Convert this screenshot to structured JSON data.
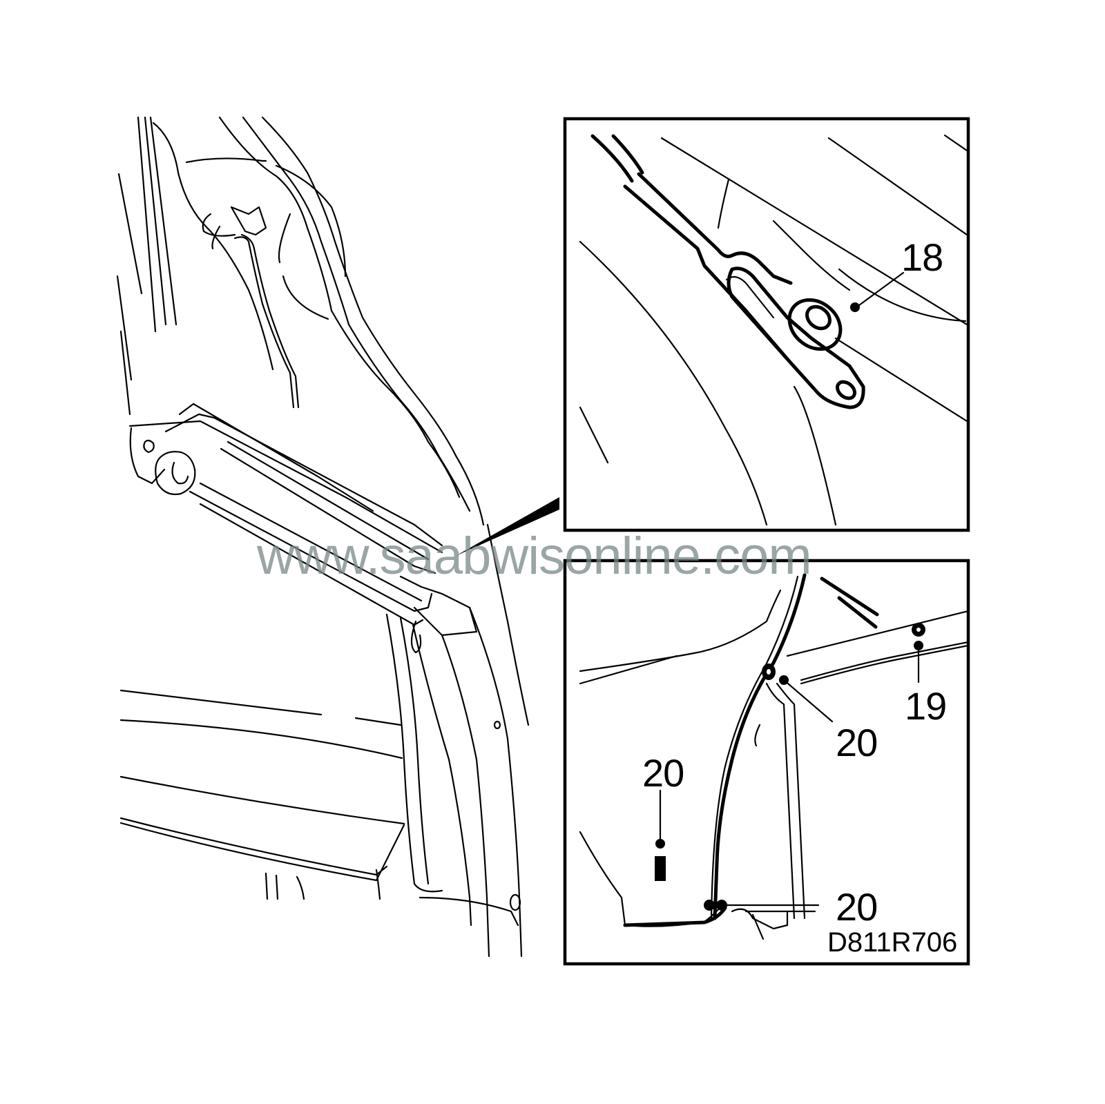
{
  "figure": {
    "code": "D811R706",
    "watermark": "www.saabwisonline.com"
  },
  "detail_top": {
    "callouts": [
      {
        "id": "18",
        "text": "18"
      }
    ]
  },
  "detail_bottom": {
    "callouts": [
      {
        "id": "19",
        "text": "19"
      },
      {
        "id": "20a",
        "text": "20"
      },
      {
        "id": "20b",
        "text": "20"
      },
      {
        "id": "20c",
        "text": "20"
      }
    ]
  },
  "colors": {
    "line": "#000000",
    "background": "#ffffff",
    "watermark": "#8a9696"
  }
}
